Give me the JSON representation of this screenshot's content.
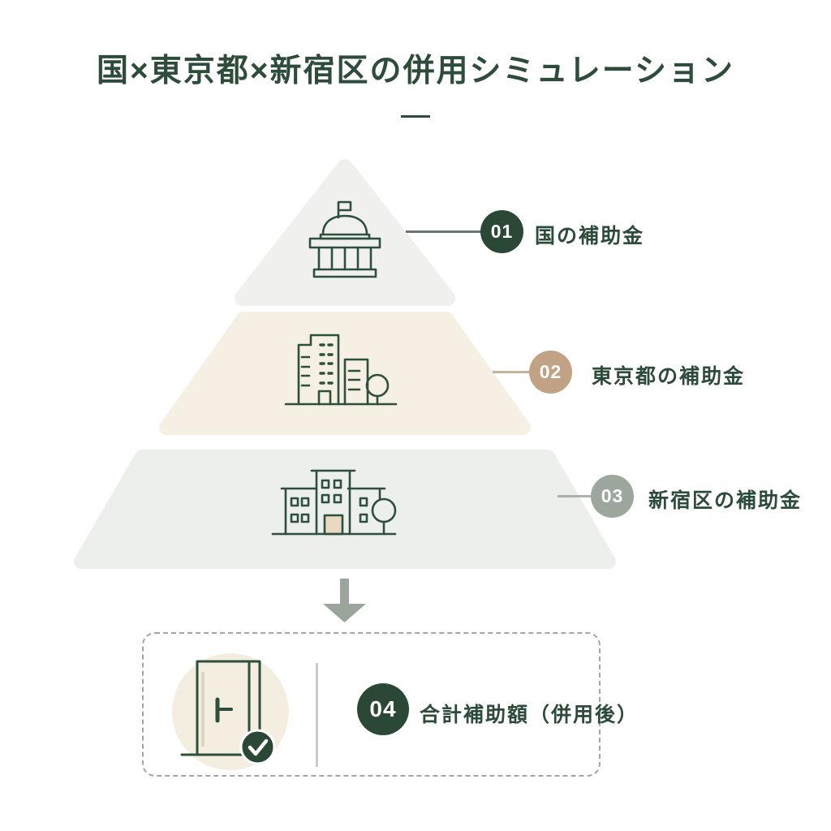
{
  "title": {
    "text": "国×東京都×新宿区の併用シミュレーション"
  },
  "diagram_type": "pyramid-subsidy-simulation",
  "tiers": [
    {
      "number": "01",
      "label": "国の補助金",
      "badge_color": "#2b4836",
      "fill": "#f0f1ef",
      "connector_color": "#68786c",
      "icon": "government-building-icon"
    },
    {
      "number": "02",
      "label": "東京都の補助金",
      "badge_color": "#c2a284",
      "fill": "#f6f0e4",
      "connector_color": "#c7b197",
      "icon": "city-buildings-icon"
    },
    {
      "number": "03",
      "label": "新宿区の補助金",
      "badge_color": "#9da79d",
      "fill": "#edefed",
      "connector_color": "#aab3aa",
      "icon": "ward-office-building-icon"
    }
  ],
  "result": {
    "number": "04",
    "label": "合計補助額（併用後）",
    "badge_color": "#2b4836",
    "icon": "door-with-check-icon"
  },
  "colors": {
    "icon_stroke": "#2d4f3b",
    "arrow": "#9ba59b",
    "door_panel_fill": "#e9d9c2",
    "door_accent_strip": "#dcd5c6",
    "check_badge_fill": "#2b4836",
    "background": "#ffffff",
    "cream_circle": "#f4eee1",
    "dashed_border": "#a3a7a3"
  }
}
